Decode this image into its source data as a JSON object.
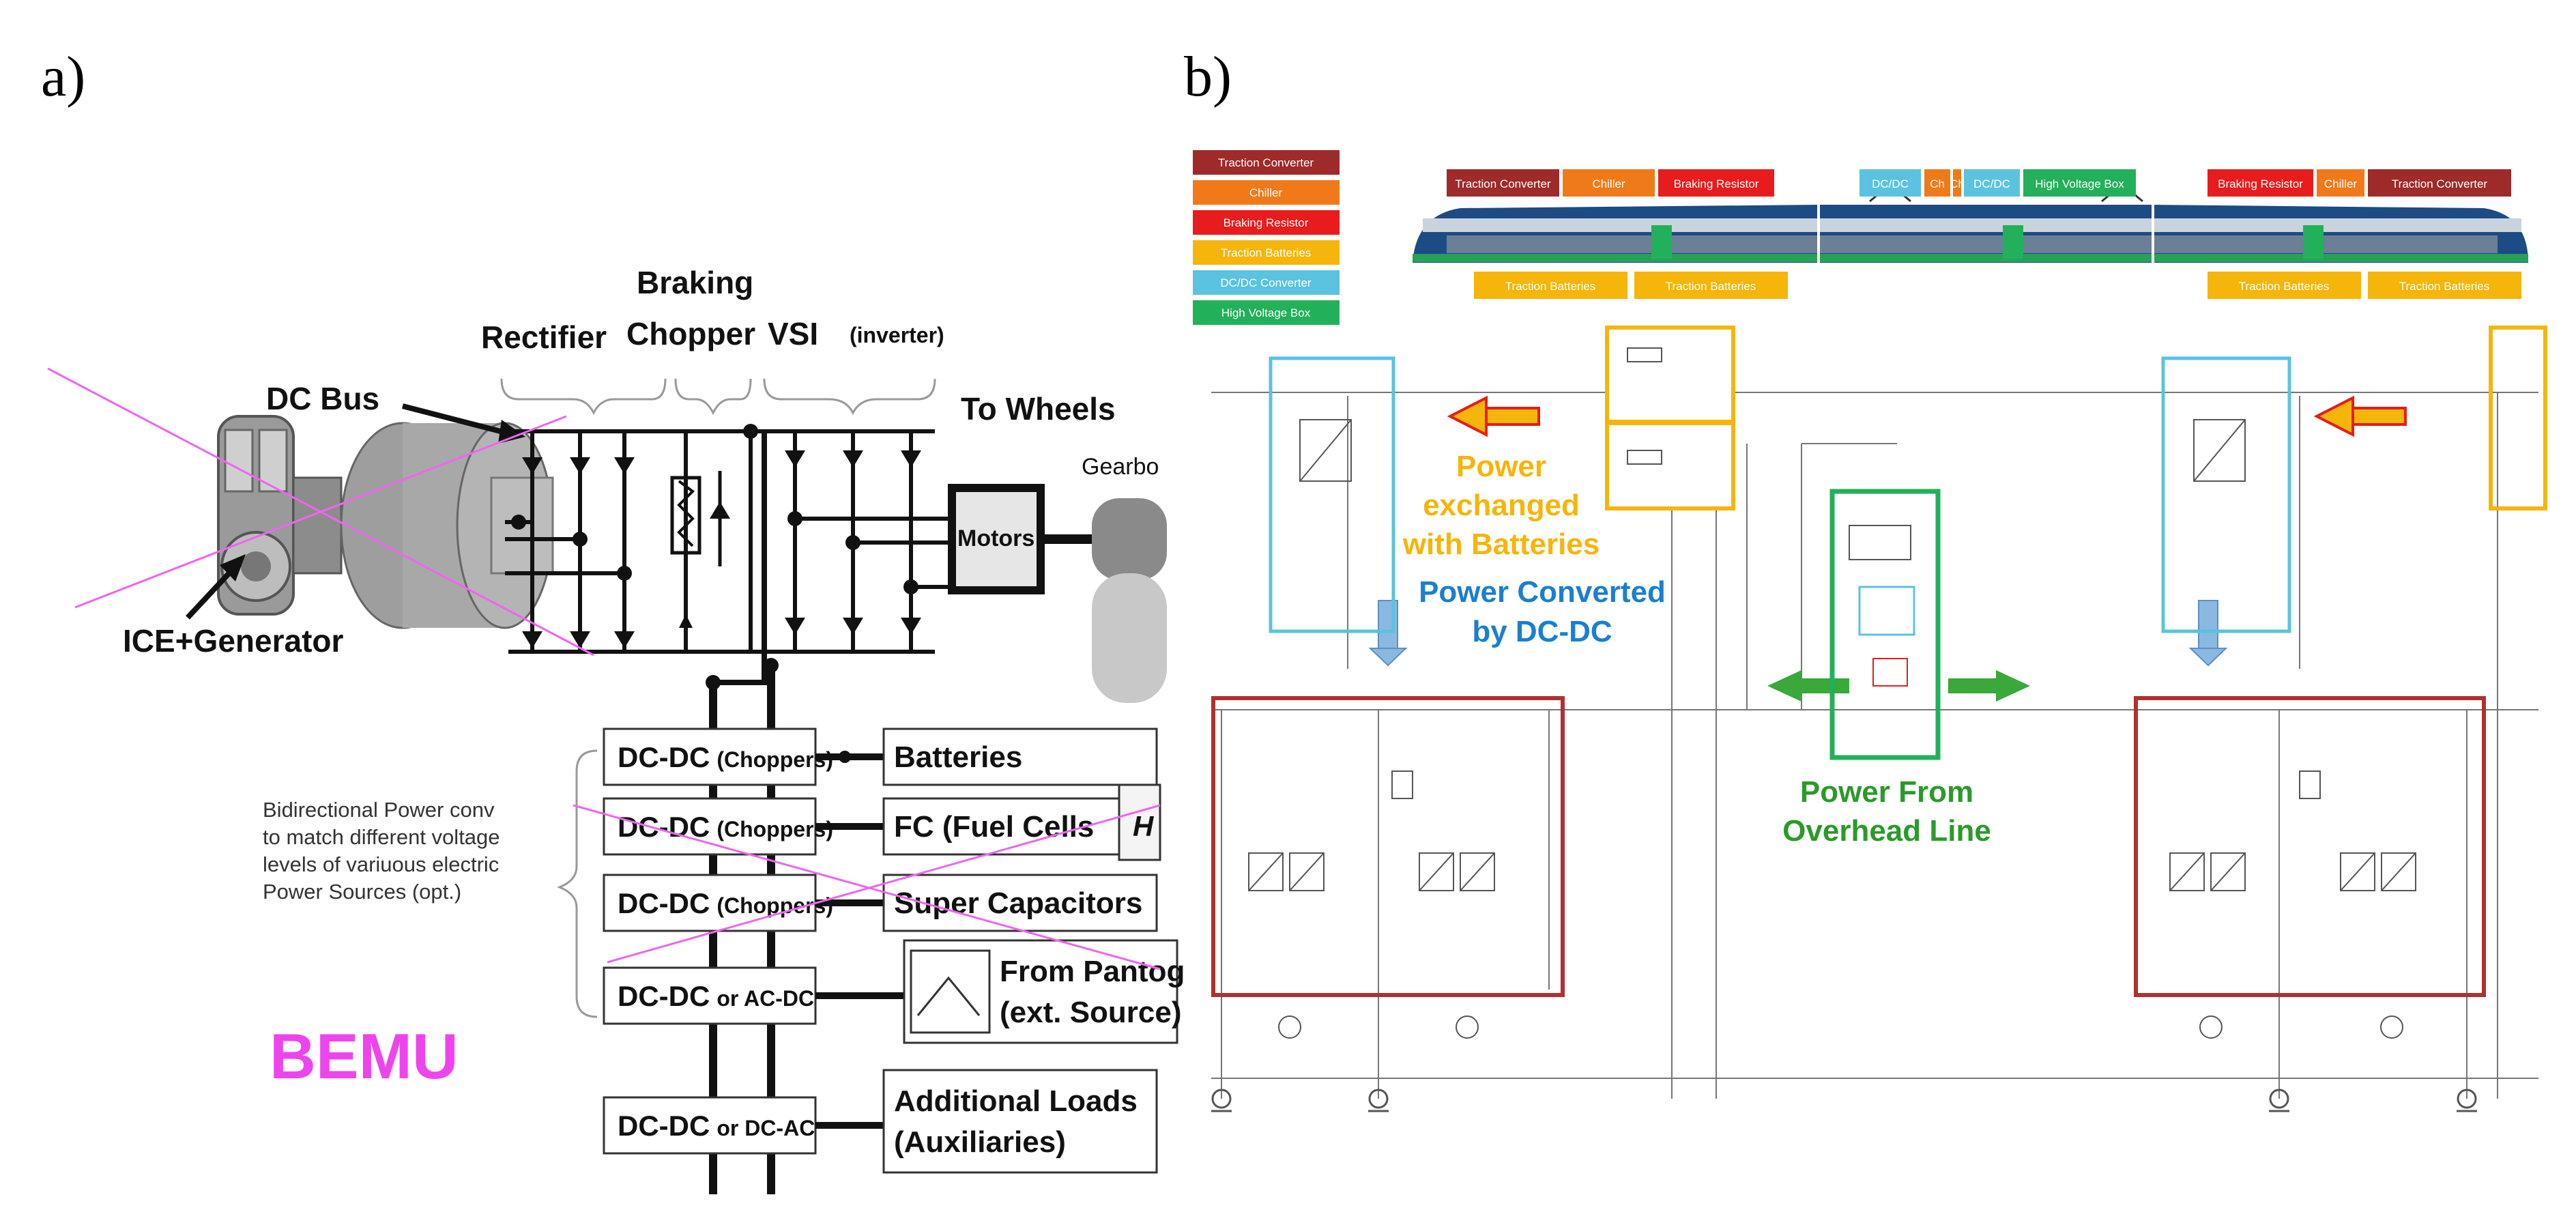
{
  "panels": {
    "a": {
      "label": "a)",
      "labels": {
        "rectifier": "Rectifier",
        "braking": "Braking",
        "chopper": "Chopper",
        "vsi": "VSI",
        "vsi_note": "(inverter)",
        "dc_bus": "DC Bus",
        "to_wheels": "To Wheels",
        "gearbox": "Gearbo",
        "ice_generator": "ICE+Generator",
        "motors": "Motors"
      },
      "sources_note": [
        "Bidirectional Power conv",
        "to match different voltage",
        "levels of variuous electric",
        "Power Sources (opt.)"
      ],
      "converters": [
        {
          "main": "DC-DC",
          "sub": "(Choppers)"
        },
        {
          "main": "DC-DC",
          "sub": "(Choppers)"
        },
        {
          "main": "DC-DC",
          "sub": "(Choppers)"
        },
        {
          "main": "DC-DC",
          "sub": "or AC-DC"
        },
        {
          "main": "DC-DC",
          "sub": "or DC-AC"
        }
      ],
      "sources": [
        {
          "line1": "Batteries",
          "line2": ""
        },
        {
          "line1": "FC (Fuel Cells",
          "line2": ""
        },
        {
          "line1": "Super Capacitors",
          "line2": ""
        },
        {
          "line1": "From Pantog",
          "line2": "(ext. Source)"
        },
        {
          "line1": "Additional Loads",
          "line2": "(Auxiliaries)"
        }
      ],
      "h_fragment": "H",
      "bemu": "BEMU",
      "colors": {
        "bemu": "#ee44ee",
        "cross": "#ee66ee"
      }
    },
    "b": {
      "label": "b)",
      "legend": [
        {
          "label": "Traction Converter",
          "color": "#9e2a2a"
        },
        {
          "label": "Chiller",
          "color": "#f07a1a"
        },
        {
          "label": "Braking Resistor",
          "color": "#e81c1c"
        },
        {
          "label": "Traction Batteries",
          "color": "#f5b50a"
        },
        {
          "label": "DC/DC Converter",
          "color": "#5bc2e0"
        },
        {
          "label": "High Voltage Box",
          "color": "#22b05a"
        }
      ],
      "train_top_tags": [
        {
          "label": "Traction Converter",
          "color": "#9e2a2a"
        },
        {
          "label": "Chiller",
          "color": "#f07a1a"
        },
        {
          "label": "Braking Resistor",
          "color": "#e81c1c"
        },
        {
          "label": "DC/DC",
          "color": "#5bc2e0"
        },
        {
          "label": "Ch",
          "color": "#f07a1a"
        },
        {
          "label": "Ch",
          "color": "#f07a1a"
        },
        {
          "label": "DC/DC",
          "color": "#5bc2e0"
        },
        {
          "label": "High Voltage Box",
          "color": "#22b05a"
        },
        {
          "label": "Braking Resistor",
          "color": "#e81c1c"
        },
        {
          "label": "Chiller",
          "color": "#f07a1a"
        },
        {
          "label": "Traction Converter",
          "color": "#9e2a2a"
        }
      ],
      "train_bottom_tags": [
        {
          "label": "Traction Batteries",
          "color": "#f5b50a"
        },
        {
          "label": "Traction Batteries",
          "color": "#f5b50a"
        },
        {
          "label": "Traction Batteries",
          "color": "#f5b50a"
        },
        {
          "label": "Traction Batteries",
          "color": "#f5b50a"
        }
      ],
      "annotations": {
        "power_exchanged": [
          "Power",
          "exchanged",
          "with Batteries"
        ],
        "power_converted": [
          "Power Converted",
          "by DC-DC"
        ],
        "power_from": [
          "Power From",
          "Overhead Line"
        ]
      },
      "colors": {
        "batteries": "#f5b50a",
        "dcdc": "#5bc2e0",
        "hv_box": "#22b05a",
        "traction": "#b03030",
        "annot_yellow": "#f5b50a",
        "annot_blue": "#1a7fd0",
        "annot_green": "#2a9a2a"
      }
    }
  }
}
